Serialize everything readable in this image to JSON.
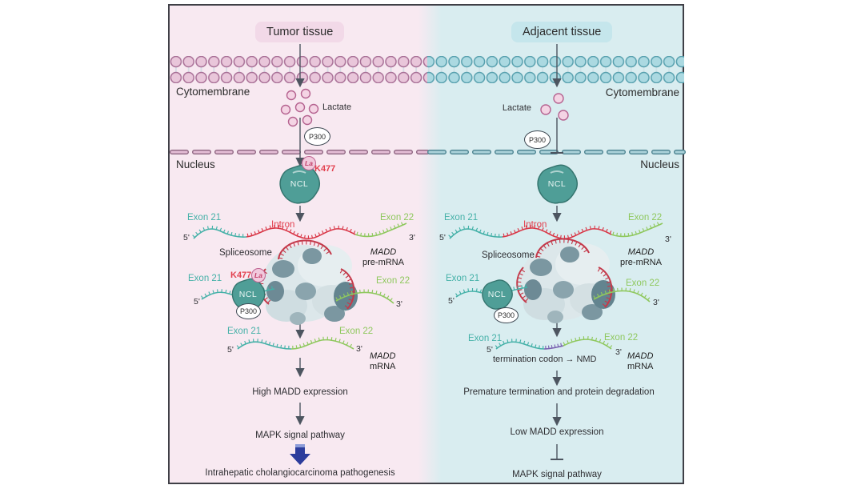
{
  "left": {
    "title": "Tumor tissue",
    "cytomembrane": "Cytomembrane",
    "lactate": "Lactate",
    "p300_top": "P300",
    "nucleus": "Nucleus",
    "ncl_top": {
      "name": "NCL",
      "la": "La",
      "k477": "K477"
    },
    "pre_mrna": {
      "exon21": "Exon 21",
      "intron": "Intron",
      "exon22": "Exon 22",
      "p5": "5'",
      "p3": "3'"
    },
    "spliceosome": "Spliceosome",
    "madd_pre_mrna": {
      "line1": "MADD",
      "line2": "pre-mRNA"
    },
    "complex": {
      "exon21": "Exon 21",
      "k477": "K477",
      "la": "La",
      "ncl": "NCL",
      "p300": "P300",
      "exon22": "Exon 22",
      "p5": "5'",
      "p3": "3'"
    },
    "mrna": {
      "exon21": "Exon 21",
      "exon22": "Exon 22",
      "p5": "5'",
      "p3": "3'",
      "madd": "MADD",
      "mrna": "mRNA"
    },
    "steps": {
      "expression": "High MADD expression",
      "pathway": "MAPK signal pathway",
      "outcome": "Intrahepatic cholangiocarcinoma pathogenesis"
    }
  },
  "right": {
    "title": "Adjacent tissue",
    "cytomembrane": "Cytomembrane",
    "lactate": "Lactate",
    "p300_top": "P300",
    "nucleus": "Nucleus",
    "ncl_top": {
      "name": "NCL"
    },
    "pre_mrna": {
      "exon21": "Exon 21",
      "intron": "Intron",
      "exon22": "Exon 22",
      "p5": "5'",
      "p3": "3'"
    },
    "spliceosome": "Spliceosome",
    "madd_pre_mrna": {
      "line1": "MADD",
      "line2": "pre-mRNA"
    },
    "complex": {
      "exon21": "Exon 21",
      "ncl": "NCL",
      "p300": "P300",
      "exon22": "Exon 22",
      "p5": "5'",
      "p3": "3'"
    },
    "mrna": {
      "exon21": "Exon 21",
      "exon22": "Exon 22",
      "p5": "5'",
      "p3": "3'",
      "termination": "termination codon",
      "nmd_arrow": "→",
      "nmd": "NMD",
      "madd": "MADD",
      "mrna": "mRNA"
    },
    "steps": {
      "degradation": "Premature termination and protein degradation",
      "expression": "Low MADD expression",
      "pathway": "MAPK signal pathway"
    }
  },
  "colors": {
    "tumor_bg": "#f8e9f1",
    "adjacent_bg": "#d9edf0",
    "tumor_badge": "#f2d9e8",
    "adjacent_badge": "#c5e6ec",
    "membrane_pink_fill": "#e9c6da",
    "membrane_pink_stroke": "#a86f96",
    "membrane_teal_fill": "#abd9e1",
    "membrane_teal_stroke": "#57a0ae",
    "exon21_teal": "#45b1a8",
    "exon22_green": "#8fc85e",
    "intron_red": "#d93848",
    "nmd_purple": "#7a62b0",
    "ncl_fill": "#4f9e97",
    "lactate_fill": "#f4d4e4",
    "arrow_grey": "#4d5560",
    "emphasis_arrow_navy": "#2c3c9c",
    "k477_red": "#e2414f"
  }
}
